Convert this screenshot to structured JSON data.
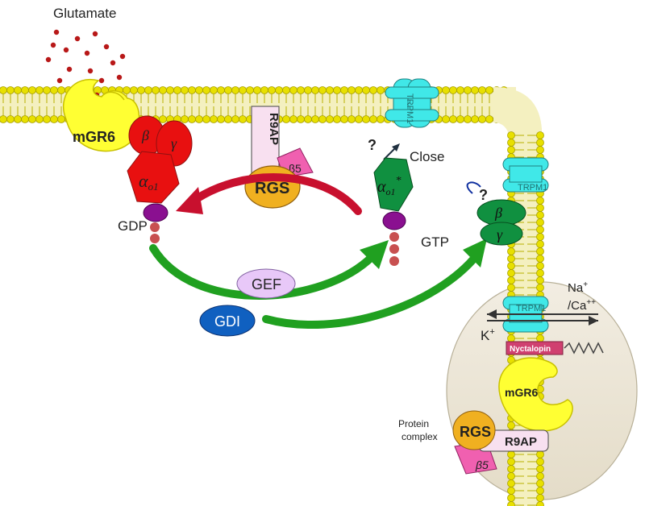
{
  "labels": {
    "glutamate": "Glutamate",
    "mgr6_top": "mGR6",
    "beta_top": "β",
    "gamma_top": "γ",
    "alpha_gdp": "α",
    "alpha_gdp_sub": "o1",
    "gdp": "GDP",
    "r9ap_top": "R9AP",
    "beta5_top": "β5",
    "rgs_top": "RGS",
    "trpm1_top": "TRPM1",
    "question_top": "?",
    "close": "Close",
    "alpha_gtp": "α",
    "alpha_gtp_sub": "o1",
    "alpha_gtp_star": "*",
    "gtp": "GTP",
    "gef": "GEF",
    "gdi": "GDI",
    "trpm1_right": "TRPM1",
    "question_right": "?",
    "beta_right": "β",
    "gamma_right": "γ",
    "na": "Na",
    "na_sup": "+",
    "ca": "/Ca",
    "ca_sup": "++",
    "trpm1_complex": "TRPM1",
    "k": "K",
    "k_sup": "+",
    "nyctalopin": "Nyctalopin",
    "mgr6_complex": "mGR6",
    "rgs_complex": "RGS",
    "r9ap_complex": "R9AP",
    "beta5_complex": "β5",
    "protein_complex_1": "Protein",
    "protein_complex_2": "complex"
  },
  "colors": {
    "membrane": "#e8e000",
    "membrane_edge": "#a8a000",
    "mgr6": "#ffff33",
    "galpha_gdp": "#e81010",
    "galpha_gtp": "#109040",
    "lipid_anchor": "#8a1090",
    "bead": "#c85050",
    "trpm1": "#40e8e8",
    "rgs": "#f0b020",
    "r9ap": "#f8e0f0",
    "beta5": "#f060b0",
    "gef": "#e8c8f8",
    "gdi": "#1060c0",
    "arrow_red": "#c8102e",
    "arrow_green": "#20a020",
    "nyctalopin": "#d04070",
    "complex_bg": "#ece6d8"
  }
}
